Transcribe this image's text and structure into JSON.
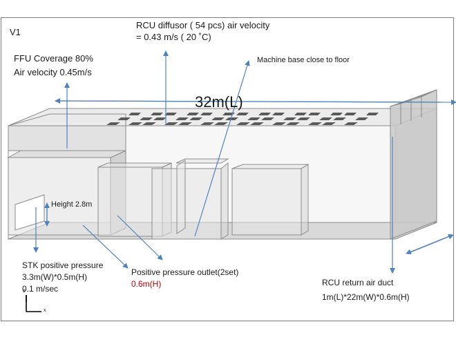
{
  "view": {
    "label": "V1"
  },
  "labels": {
    "rcu_diffusor_line1": "RCU diffusor ( 54 pcs)  air velocity",
    "rcu_diffusor_line2": "= 0.43 m/s ( 20 ˚C)",
    "ffu_coverage": "FFU Coverage 80%",
    "ffu_air_velocity": "Air velocity 0.45m/s",
    "machine_base": "Machine base close to floor",
    "length": "32m(L)",
    "height": "Height 2.8m",
    "stk_line1": "STK positive pressure",
    "stk_line2": "3.3m(W)*0.5m(H)",
    "stk_line3": "0.1 m/sec",
    "outlet_line1": "Positive pressure outlet(2set)",
    "outlet_line2": "0.6m(H)",
    "rcu_return_line1": "RCU return air duct",
    "rcu_return_line2": "1m(L)*22m(W)*0.6m(H)"
  },
  "axis_triad": {
    "z": "z",
    "x": "x"
  },
  "colors": {
    "arrow": "#4f81bd",
    "outline": "#8a8a8a",
    "box_fill": "#e6e6e6",
    "diffuser": "#5a5a5a",
    "highlight_text": "#c00000",
    "text": "#1a1a1a"
  }
}
